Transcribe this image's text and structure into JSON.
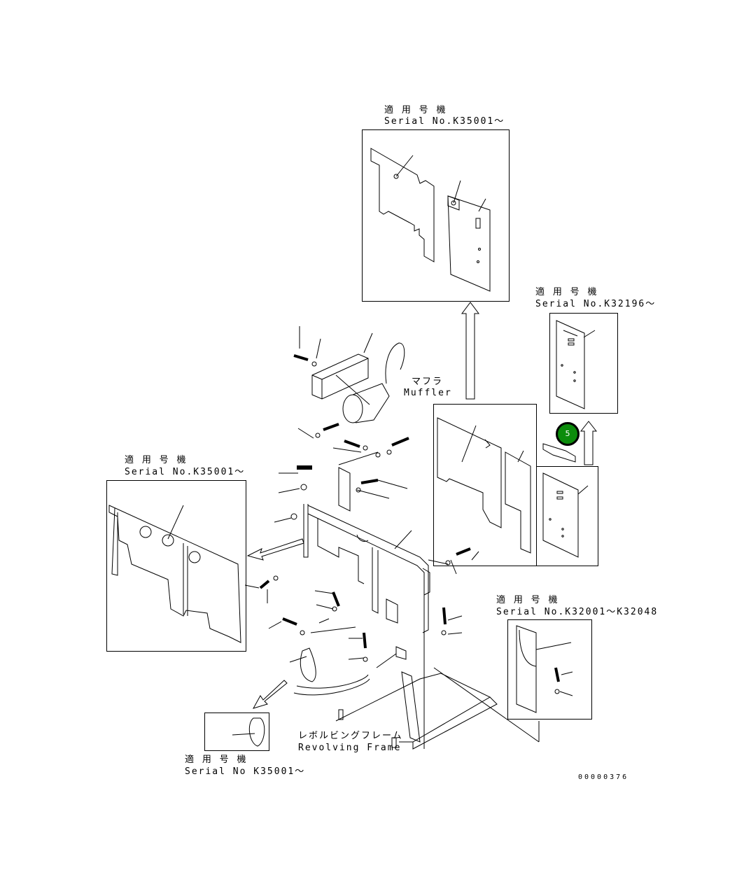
{
  "labels": {
    "top": {
      "jp": "適 用 号 機",
      "serial": "Serial No.K35001〜"
    },
    "right_top": {
      "jp": "適 用 号 機",
      "serial": "Serial No.K32196〜"
    },
    "left": {
      "jp": "適 用 号 機",
      "serial": "Serial No.K35001〜"
    },
    "right_bottom": {
      "jp": "適 用 号 機",
      "serial": "Serial No.K32001〜K32048"
    },
    "bottom": {
      "jp": "適 用 号 機",
      "serial": "Serial No K35001〜"
    },
    "muffler": {
      "jp": "マフラ",
      "en": "Muffler"
    },
    "frame": {
      "jp": "レボルビングフレーム",
      "en": "Revolving Frame"
    },
    "drawing_number": "00000376"
  },
  "callout": {
    "number": "5",
    "color": "#0c8c0c"
  }
}
